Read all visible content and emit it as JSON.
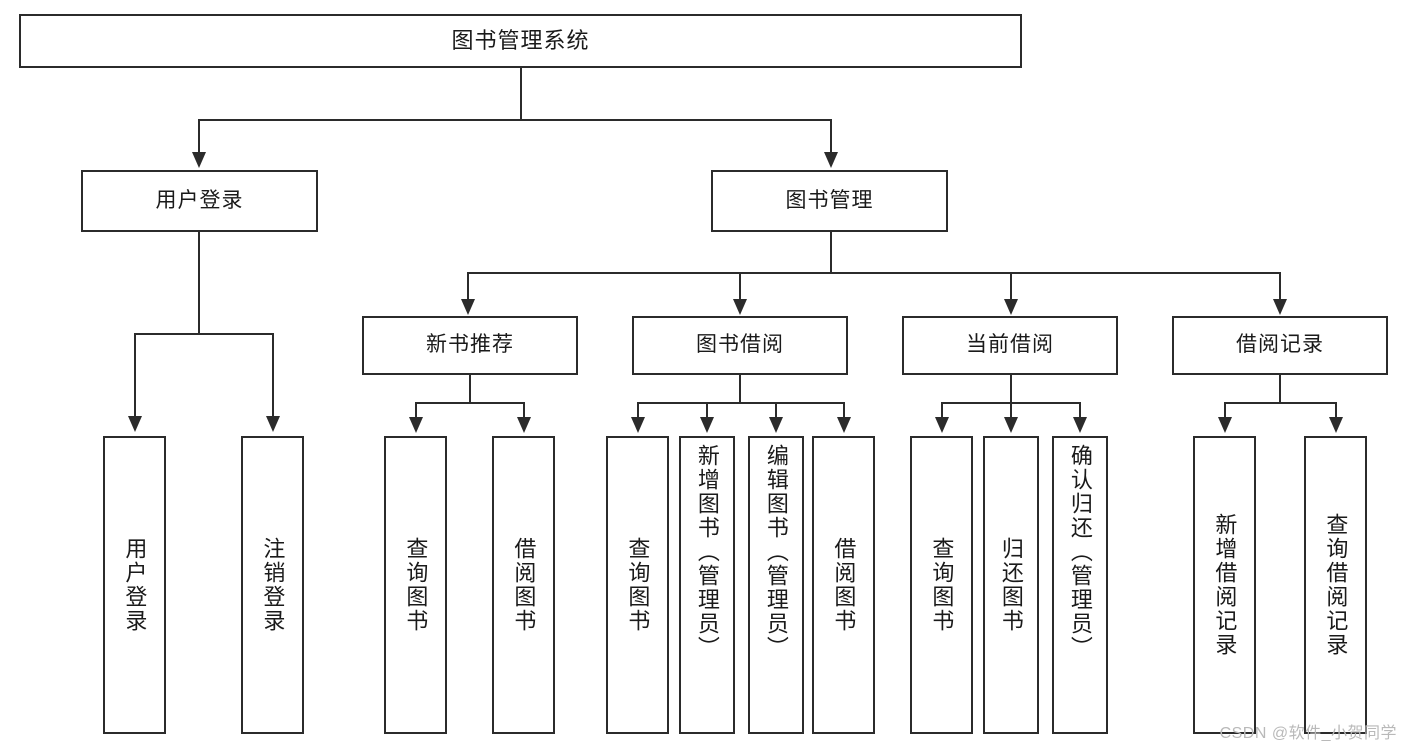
{
  "diagram": {
    "type": "tree",
    "title": "图书管理系统",
    "root": {
      "label": "图书管理系统"
    },
    "level2": [
      {
        "label": "用户登录"
      },
      {
        "label": "图书管理"
      }
    ],
    "level3": [
      {
        "label": "新书推荐"
      },
      {
        "label": "图书借阅"
      },
      {
        "label": "当前借阅"
      },
      {
        "label": "借阅记录"
      }
    ],
    "leaves": {
      "user_login": [
        {
          "label": "用户登录"
        },
        {
          "label": "注销登录"
        }
      ],
      "new_book": [
        {
          "label": "查询图书"
        },
        {
          "label": "借阅图书"
        }
      ],
      "book_borrow": [
        {
          "label": "查询图书"
        },
        {
          "label": "新增图书（管理员）"
        },
        {
          "label": "编辑图书（管理员）"
        },
        {
          "label": "借阅图书"
        }
      ],
      "current_borrow": [
        {
          "label": "查询图书"
        },
        {
          "label": "归还图书"
        },
        {
          "label": "确认归还（管理员）"
        }
      ],
      "borrow_record": [
        {
          "label": "新增借阅记录"
        },
        {
          "label": "查询借阅记录"
        }
      ]
    }
  },
  "watermark": {
    "text": "CSDN @软件_小贺同学"
  },
  "colors": {
    "stroke": "#2b2b2b",
    "fill": "#ffffff",
    "text": "#1a1a1a",
    "watermark": "#b9b9b9"
  }
}
